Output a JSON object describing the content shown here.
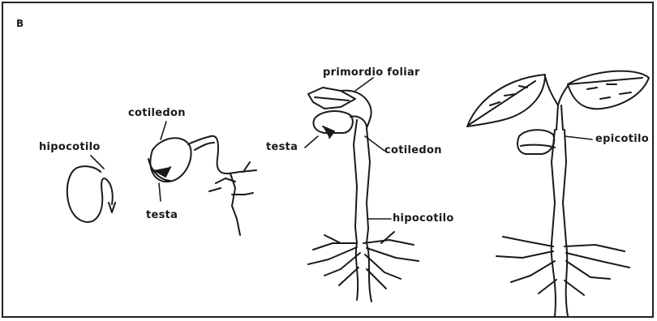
{
  "figure": {
    "panel_letter": "B",
    "labels": {
      "hipocotilo_1": "hipocotilo",
      "cotiledon_1": "cotiledon",
      "testa_1": "testa",
      "primordio_foliar": "primordio  foliar",
      "testa_2": "testa",
      "cotiledon_2": "cotiledon",
      "hipocotilo_2": "hipocotilo",
      "epicotilo": "epicotilo"
    }
  },
  "colors": {
    "ink": "#1a1a1a",
    "background": "#ffffff"
  }
}
